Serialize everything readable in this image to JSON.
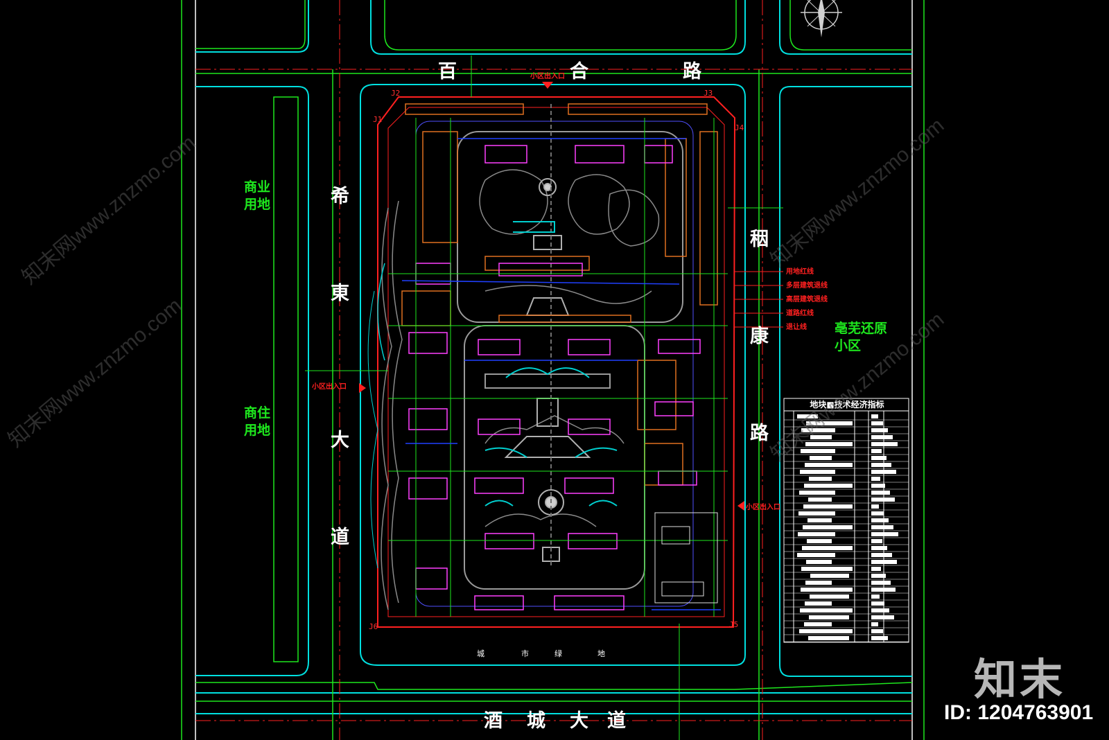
{
  "roads": {
    "north": [
      "百",
      "合",
      "路"
    ],
    "west": [
      "希",
      "東",
      "大",
      "道"
    ],
    "east": [
      "秵",
      "康",
      "路"
    ],
    "south": [
      "酒",
      "城",
      "大",
      "道"
    ]
  },
  "land_use": {
    "commercial": "商业\n用地",
    "commercial_residential": "商住\n用地",
    "neighbor_district": "亳芜还原\n小区"
  },
  "entrances": {
    "north": "小区出入口",
    "west": "小区出入口",
    "east": "小区出入口"
  },
  "south_strip_label": [
    "城",
    "市",
    "绿",
    "地"
  ],
  "junction_labels": [
    "J2",
    "J3",
    "J1",
    "J4",
    "J6",
    "J5"
  ],
  "legend_items": [
    "用地红线",
    "多层建筑退线",
    "高层建筑退线",
    "道路红线",
    "退让线"
  ],
  "table": {
    "title": "地块■技术经济指标"
  },
  "watermark": {
    "logo": "知末",
    "id": "ID: 1204763901",
    "url": "知末网www.znzmo.com"
  },
  "colors": {
    "background": "#000000",
    "road_edge": "#00e0e0",
    "boundary_red": "#ff2020",
    "green_line": "#1ee81e",
    "building_magenta": "#ff40ff",
    "building_orange": "#e07020",
    "landscape_gray": "#8a8a8a",
    "blue": "#2040ff"
  },
  "icons": [
    "north-arrow-icon",
    "entrance-arrow-icon"
  ]
}
